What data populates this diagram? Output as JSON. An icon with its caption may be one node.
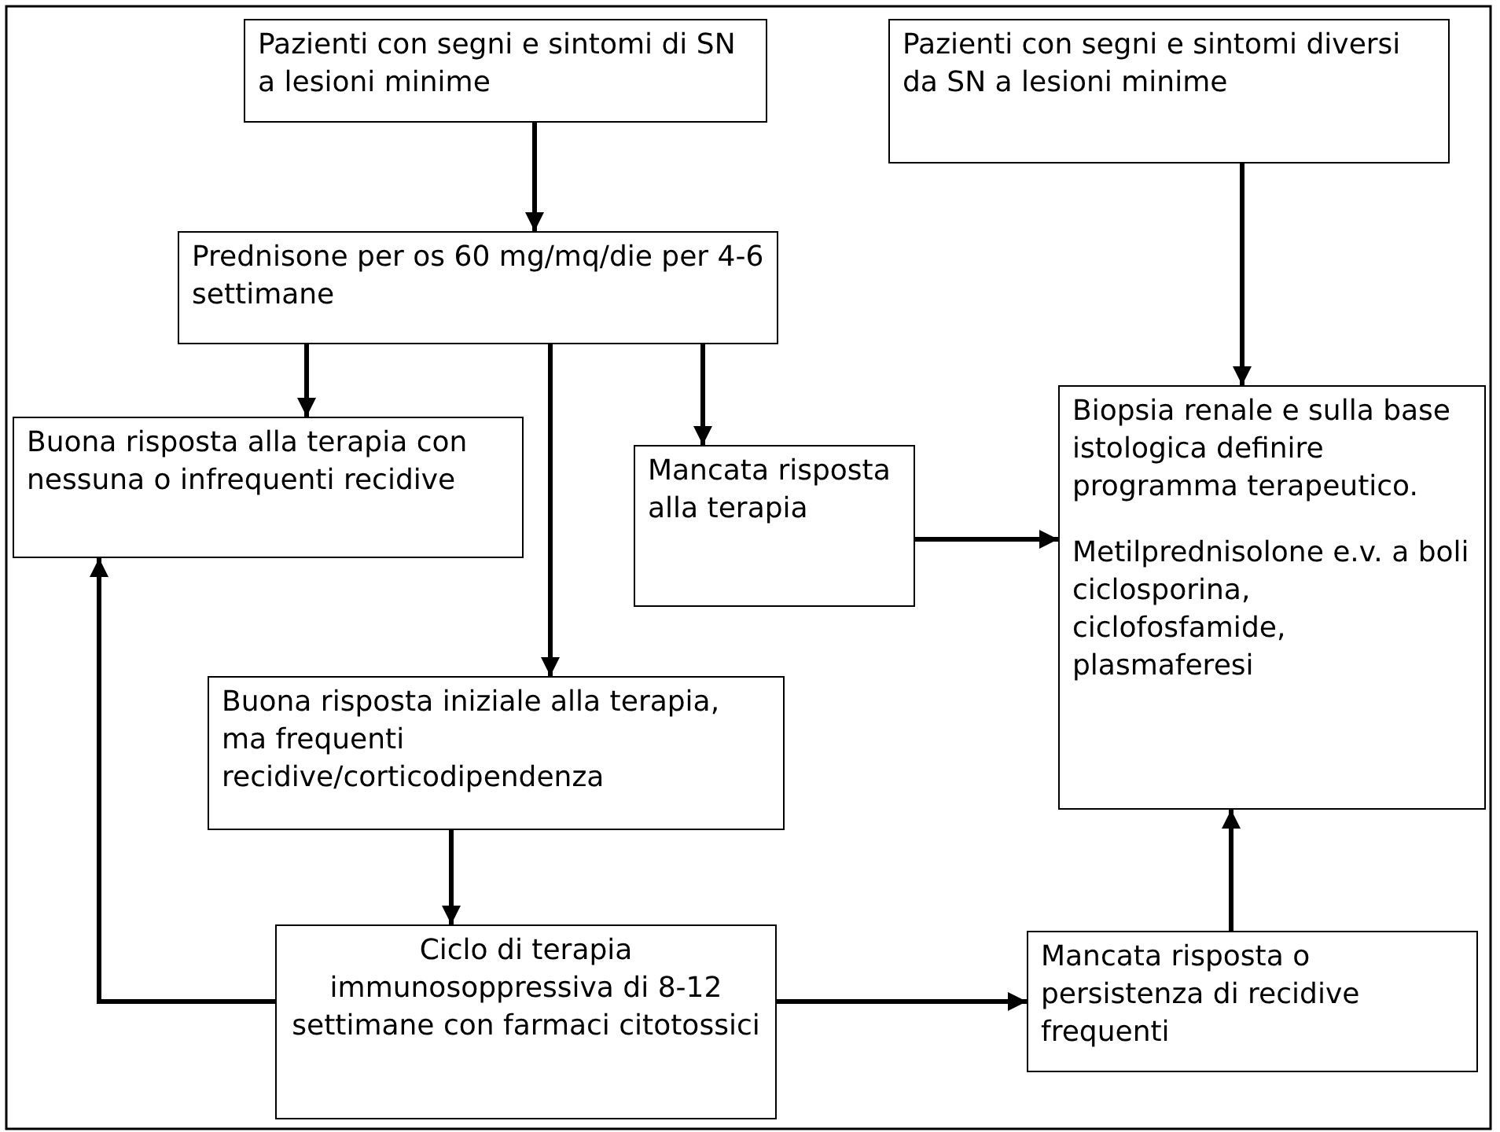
{
  "diagram": {
    "nodes": [
      {
        "text": [
          "Pazienti con segni e sintomi di SN a lesioni minime"
        ]
      },
      {
        "text": [
          "Pazienti con segni e sintomi diversi da SN a lesioni minime"
        ]
      },
      {
        "text": [
          "Prednisone per os 60 mg/mq/die per 4-6 settimane"
        ]
      },
      {
        "text": [
          "Buona risposta alla terapia con nessuna o infrequenti recidive"
        ]
      },
      {
        "text": [
          "Mancata risposta alla terapia"
        ]
      },
      {
        "text": [
          "Biopsia renale  e sulla base istologica definire programma terapeutico.",
          "Metilprednisolone e.v. a boli ciclosporina, ciclofosfamide, plasmaferesi"
        ]
      },
      {
        "text": [
          "Buona risposta iniziale alla terapia, ma frequenti recidive/corticodipendenza"
        ]
      },
      {
        "text": [
          "Ciclo di terapia immunosoppressiva di 8-12 settimane con farmaci citotossici"
        ]
      },
      {
        "text": [
          "Mancata risposta o persistenza di recidive frequenti"
        ]
      }
    ],
    "edges": [
      {
        "from": 0,
        "to": 2,
        "arrow": "to"
      },
      {
        "from": 1,
        "to": 5,
        "arrow": "to"
      },
      {
        "from": 2,
        "to": 3,
        "arrow": "to"
      },
      {
        "from": 2,
        "to": 6,
        "arrow": "to"
      },
      {
        "from": 2,
        "to": 4,
        "arrow": "to"
      },
      {
        "from": 4,
        "to": 5,
        "arrow": "to"
      },
      {
        "from": 6,
        "to": 7,
        "arrow": "to"
      },
      {
        "from": 7,
        "to": 3,
        "arrow": "to"
      },
      {
        "from": 7,
        "to": 8,
        "arrow": "to"
      },
      {
        "from": 8,
        "to": 5,
        "arrow": "to"
      }
    ]
  }
}
